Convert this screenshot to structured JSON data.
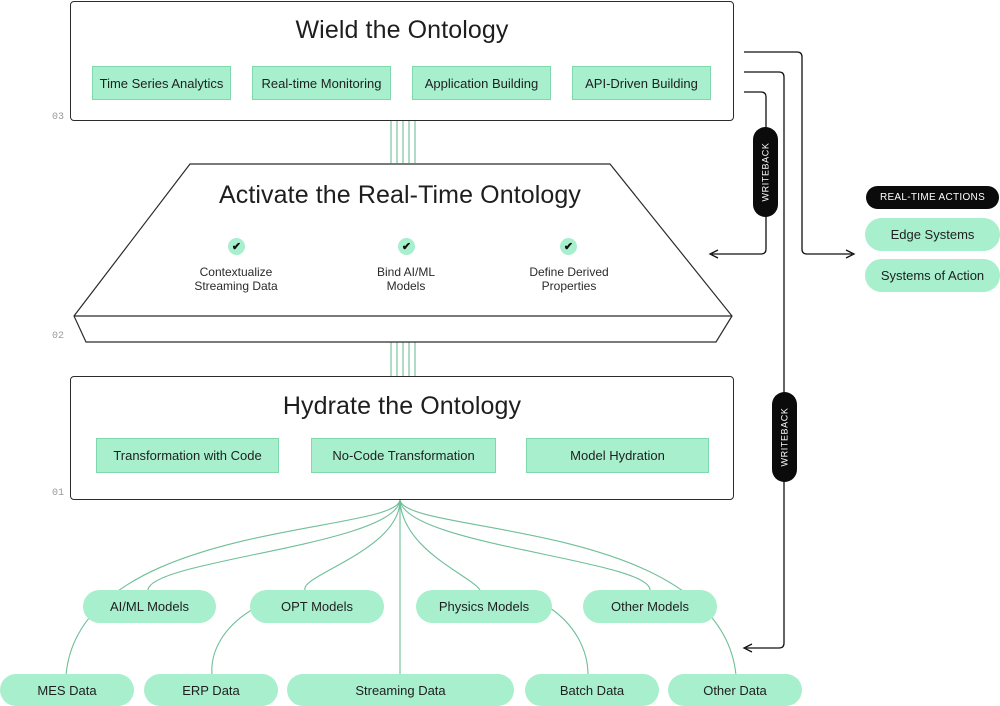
{
  "colors": {
    "accent_mint": "#a7efcd",
    "line_green": "#6fbf98",
    "dark": "#0b0b0b"
  },
  "icons": {
    "check": "check-icon"
  },
  "wield": {
    "stage": "03",
    "title": "Wield the Ontology",
    "chips": [
      "Time Series Analytics",
      "Real-time Monitoring",
      "Application Building",
      "API-Driven Building"
    ]
  },
  "activate": {
    "stage": "02",
    "title": "Activate the Real-Time Ontology",
    "features": [
      {
        "check": "✔",
        "label": "Contextualize\nStreaming Data"
      },
      {
        "check": "✔",
        "label": "Bind AI/ML\nModels"
      },
      {
        "check": "✔",
        "label": "Define Derived\nProperties"
      }
    ]
  },
  "hydrate": {
    "stage": "01",
    "title": "Hydrate the Ontology",
    "chips": [
      "Transformation with Code",
      "No-Code Transformation",
      "Model Hydration"
    ]
  },
  "writeback": {
    "upper": "WRITEBACK",
    "lower": "WRITEBACK"
  },
  "realtime_actions": {
    "label": "REAL-TIME ACTIONS",
    "targets": [
      "Edge Systems",
      "Systems of Action"
    ]
  },
  "models": [
    "AI/ML Models",
    "OPT Models",
    "Physics Models",
    "Other Models"
  ],
  "data_sources": [
    "MES Data",
    "ERP Data",
    "Streaming Data",
    "Batch Data",
    "Other Data"
  ]
}
